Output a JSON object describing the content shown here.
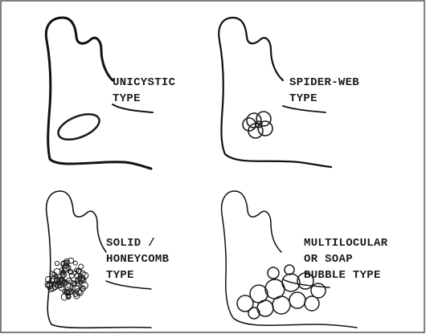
{
  "panels": [
    {
      "id": "unicystic",
      "label_lines": [
        "UNICYSTIC",
        "TYPE"
      ]
    },
    {
      "id": "spider-web",
      "label_lines": [
        "SPIDER-WEB",
        "TYPE"
      ]
    },
    {
      "id": "solid-honeycomb",
      "label_lines": [
        "SOLID /",
        "HONEYCOMB",
        "TYPE"
      ]
    },
    {
      "id": "multilocular-soap-bubble",
      "label_lines": [
        "MULTILOCULAR",
        "OR SOAP",
        "BUBBLE TYPE"
      ]
    }
  ],
  "colors": {
    "ink": "#111111",
    "frame": "#555555",
    "background": "#ffffff"
  }
}
